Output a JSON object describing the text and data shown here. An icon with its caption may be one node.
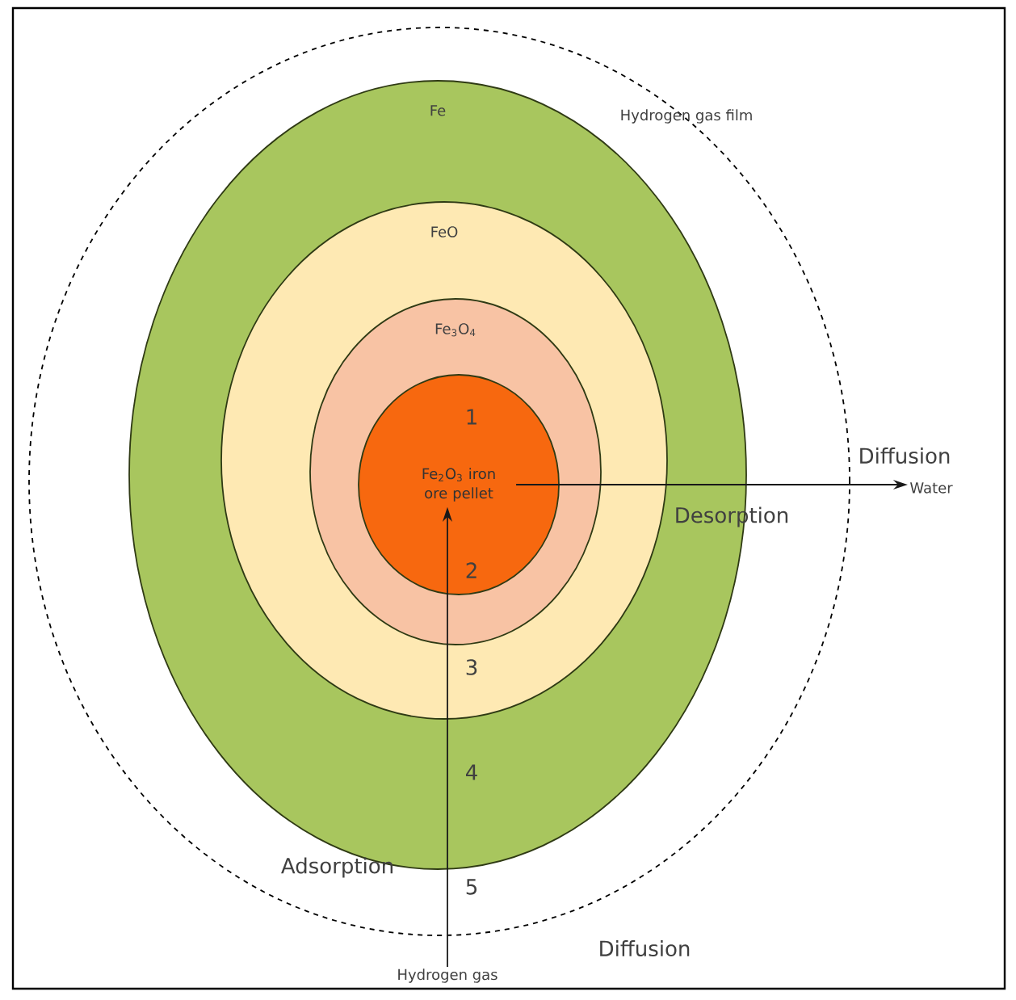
{
  "diagram": {
    "nodes": [
      {
        "text": [
          "Hydrogen gas film"
        ]
      },
      {
        "text": [
          "Fe"
        ],
        "in": 0
      },
      {
        "text": [
          "FeO"
        ],
        "in": 1
      },
      {
        "text": [
          "Fe$_{3}$O$_{4}$"
        ],
        "in": 2
      },
      {
        "text": [
          "Fe$_{2}$O$_{3}$ iron ore pellet"
        ],
        "in": 3
      },
      {
        "text": [
          "Hydrogen gas"
        ]
      },
      {
        "text": [
          "Water"
        ]
      }
    ],
    "edges": [
      {
        "from": 5,
        "to": 4,
        "arrow": "to"
      },
      {
        "from": 4,
        "to": 6,
        "arrow": "to"
      }
    ],
    "labels": [
      "1",
      "Diffusion",
      "Desorption",
      "2",
      "3",
      "4",
      "Adsorption",
      "5",
      "Diffusion"
    ]
  }
}
